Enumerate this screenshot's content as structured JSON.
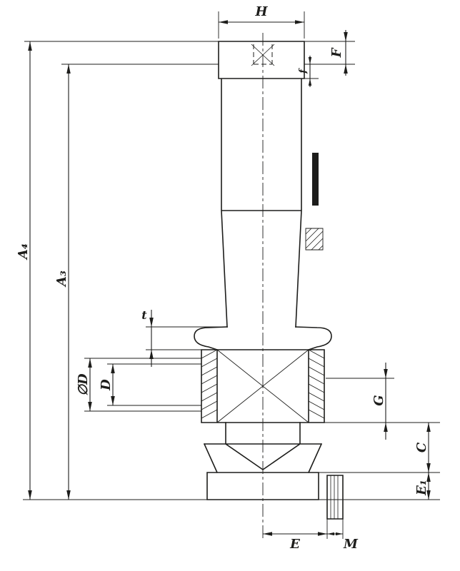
{
  "drawing": {
    "background": "#ffffff",
    "line_color": "#1d1d1b",
    "type": "technical-dimension-drawing"
  },
  "dims": {
    "H": "H",
    "F": "F",
    "f": "f",
    "A4": "A₄",
    "A3": "A₃",
    "t": "t",
    "OD": "∅D",
    "D": "D",
    "G": "G",
    "C": "C",
    "E1": "E₁",
    "E": "E",
    "M": "M"
  }
}
